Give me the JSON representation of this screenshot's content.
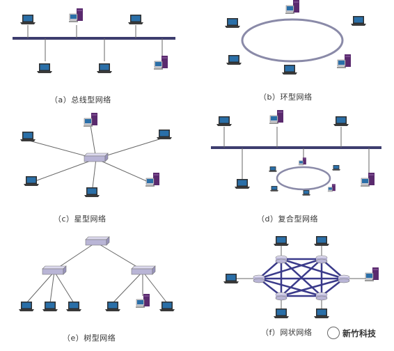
{
  "captions": {
    "bus": "（a）总线型网络",
    "ring": "（b）环型网络",
    "star": "（c）星型网络",
    "hybrid": "（d）复合型网络",
    "tree": "（e）树型网络",
    "mesh": "（f）网状网络"
  },
  "watermark": {
    "text": "新竹科技",
    "icon": "wechat-icon"
  },
  "colors": {
    "bus": "#3d3d6e",
    "ring": "#8a8aa8",
    "link": "#666666",
    "mesh_link": "#3a3a8a",
    "laptop_body": "#2f2f2f",
    "laptop_screen": "#2a6fa8",
    "tower": "#5a2a6e",
    "switch": "#b9b5d6"
  }
}
